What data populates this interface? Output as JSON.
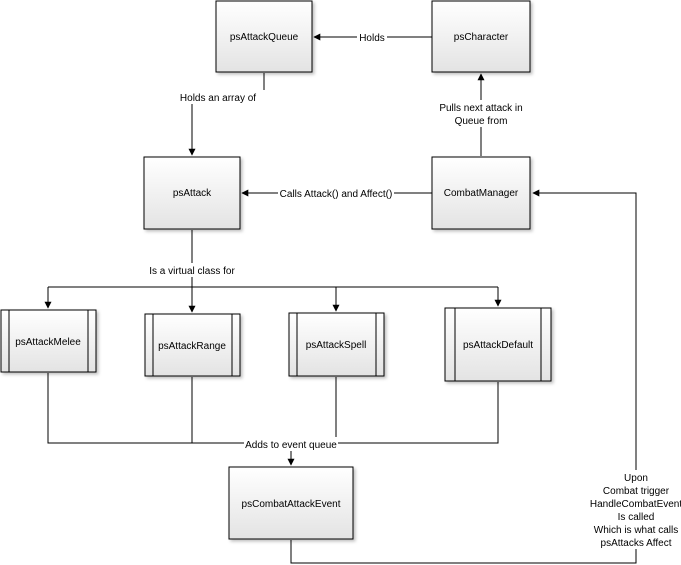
{
  "nodes": {
    "queue": "psAttackQueue",
    "character": "psCharacter",
    "attack": "psAttack",
    "combat_manager": "CombatManager",
    "melee": "psAttackMelee",
    "range": "psAttackRange",
    "spell": "psAttackSpell",
    "default": "psAttackDefault",
    "event": "psCombatAttackEvent"
  },
  "edges": {
    "holds": "Holds",
    "holds_array": "Holds an array of",
    "pulls": [
      "Pulls next attack in",
      "Queue from"
    ],
    "calls": "Calls Attack() and Affect()",
    "virtual": "Is a virtual class for",
    "adds": "Adds to event queue",
    "upon": [
      "Upon",
      "Combat trigger",
      "HandleCombatEvent",
      "Is called",
      "Which is what calls",
      "psAttacks Affect"
    ]
  },
  "colors": {
    "box_top": "#ffffff",
    "box_bottom": "#e3e3e3",
    "line": "#000000"
  }
}
